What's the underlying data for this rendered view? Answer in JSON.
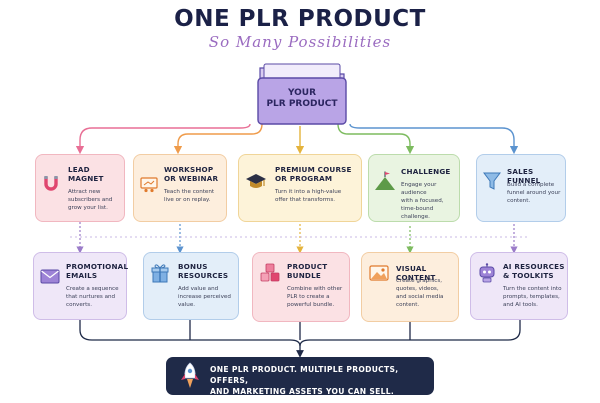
{
  "title": "ONE PLR PRODUCT",
  "subtitle": "So Many Possibilities",
  "center": {
    "label_line1": "YOUR",
    "label_line2": "PLR PRODUCT"
  },
  "top_row": [
    {
      "title_line1": "LEAD",
      "title_line2": "MAGNET",
      "desc": [
        "Attract new",
        "subscribers and",
        "grow your list."
      ],
      "icon": "magnet-icon",
      "color": "#fbe1e4",
      "border": "#f1b7c0"
    },
    {
      "title_line1": "WORKSHOP",
      "title_line2": "OR WEBINAR",
      "desc": [
        "Teach the content",
        "live or on replay."
      ],
      "icon": "presentation-board-icon",
      "color": "#fdeedd",
      "border": "#f2cda3"
    },
    {
      "title_line1": "PREMIUM COURSE",
      "title_line2": "OR PROGRAM",
      "desc": [
        "Turn it into a high-value",
        "offer that transforms."
      ],
      "icon": "graduation-cap-icon",
      "color": "#fdf3d9",
      "border": "#f0d598"
    },
    {
      "title_line1": "CHALLENGE",
      "title_line2": "",
      "desc": [
        "Engage your audience",
        "with a focused,",
        "time-bound challenge."
      ],
      "icon": "flag-mountain-icon",
      "color": "#e9f4e1",
      "border": "#bcdcac"
    },
    {
      "title_line1": "SALES FUNNEL",
      "title_line2": "",
      "desc": [
        "Build a complete",
        "funnel around your",
        "content."
      ],
      "icon": "funnel-icon",
      "color": "#e3eef9",
      "border": "#b2cdea"
    }
  ],
  "bottom_row": [
    {
      "title_line1": "PROMOTIONAL",
      "title_line2": "EMAILS",
      "desc": [
        "Create a sequence",
        "that nurtures and",
        "converts."
      ],
      "icon": "envelope-icon",
      "color": "#efe7f8",
      "border": "#cfbde8"
    },
    {
      "title_line1": "BONUS",
      "title_line2": "RESOURCES",
      "desc": [
        "Add value and",
        "increase perceived",
        "value."
      ],
      "icon": "gift-icon",
      "color": "#e3eef9",
      "border": "#b2cdea"
    },
    {
      "title_line1": "PRODUCT",
      "title_line2": "BUNDLE",
      "desc": [
        "Combine with other",
        "PLR to create a",
        "powerful bundle."
      ],
      "icon": "cubes-icon",
      "color": "#fbe1e4",
      "border": "#f1b7c0"
    },
    {
      "title_line1": "VISUAL CONTENT",
      "title_line2": "",
      "desc": [
        "Create graphics,",
        "quotes, videos,",
        "and social media",
        "content."
      ],
      "icon": "image-icon",
      "color": "#fdeedd",
      "border": "#f2cda3"
    },
    {
      "title_line1": "AI RESOURCES",
      "title_line2": "& TOOLKITS",
      "desc": [
        "Turn the content into",
        "prompts, templates,",
        "and AI tools."
      ],
      "icon": "robot-icon",
      "color": "#efe7f8",
      "border": "#cfbde8"
    }
  ],
  "banner": {
    "line1": "ONE PLR PRODUCT. MULTIPLE PRODUCTS, OFFERS,",
    "line2": "AND MARKETING ASSETS YOU CAN SELL.",
    "icon": "rocket-icon"
  },
  "colors": {
    "navy": "#1f2a48",
    "purple": "#9a6bc0"
  }
}
